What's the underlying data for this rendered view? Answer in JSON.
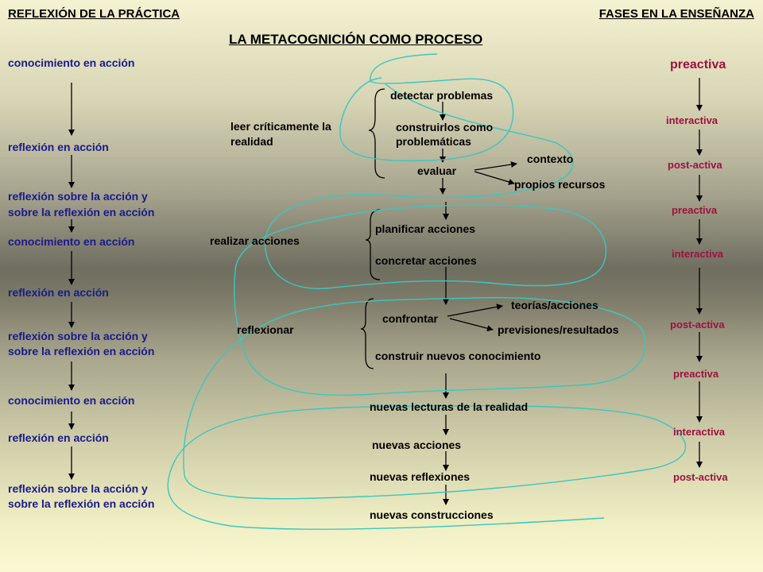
{
  "header": {
    "left": "REFLEXIÓN DE LA PRÁCTICA",
    "right": "FASES EN LA ENSEÑANZA",
    "title": "LA METACOGNICIÓN COMO PROCESO"
  },
  "left_column": [
    "conocimiento en acción",
    "reflexión en acción",
    "reflexión sobre la acción y",
    "sobre la reflexión en acción",
    "conocimiento en acción",
    "reflexión en acción",
    "reflexión sobre la acción y",
    "sobre la reflexión en acción",
    "conocimiento en acción",
    "reflexión en acción",
    "reflexión sobre la acción y",
    "sobre la reflexión en acción"
  ],
  "middle": {
    "leer_1": "leer críticamente la",
    "leer_2": "realidad",
    "detectar": "detectar problemas",
    "construirlos_1": "construirlos como",
    "construirlos_2": "problemáticas",
    "evaluar": "evaluar",
    "contexto": "contexto",
    "propios": "propios recursos",
    "realizar": "realizar acciones",
    "planificar": "planificar acciones",
    "concretar": "concretar acciones",
    "teorias": "teorías/acciones",
    "confrontar": "confrontar",
    "reflexionar": "reflexionar",
    "previsiones": "previsiones/resultados",
    "construir": "construir nuevos conocimiento",
    "nuevas_lecturas": "nuevas lecturas de la realidad",
    "nuevas_acciones": "nuevas acciones",
    "nuevas_reflexiones": "nuevas reflexiones",
    "nuevas_construcciones": "nuevas construcciones"
  },
  "right_column": [
    "preactiva",
    "interactiva",
    "post-activa",
    "preactiva",
    "interactiva",
    "post-activa",
    "preactiva",
    "interactiva",
    "post-activa"
  ],
  "colors": {
    "spiral": "#3cc6c0",
    "left_text": "#1a1a8c",
    "right_text": "#a01040"
  }
}
